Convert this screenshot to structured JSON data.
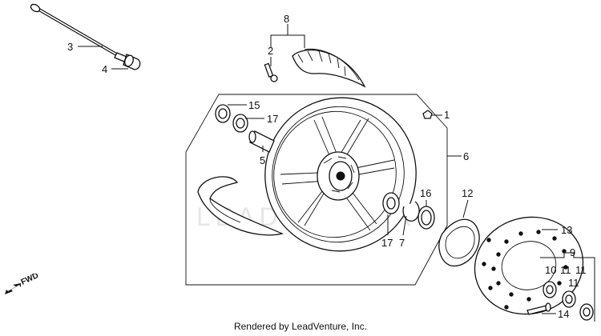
{
  "diagram": {
    "watermark": "LEADVENTURE",
    "footer": "Rendered by LeadVenture, Inc.",
    "direction_label": "FWD",
    "callouts": {
      "p1": "1",
      "p2": "2",
      "p3": "3",
      "p4": "4",
      "p5": "5",
      "p6": "6",
      "p7": "7",
      "p8": "8",
      "p9": "9",
      "p10": "10",
      "p11a": "11",
      "p11b": "11",
      "p11c": "11",
      "p12": "12",
      "p13": "13",
      "p14": "14",
      "p15": "15",
      "p16": "16",
      "p17a": "17",
      "p17b": "17"
    }
  }
}
